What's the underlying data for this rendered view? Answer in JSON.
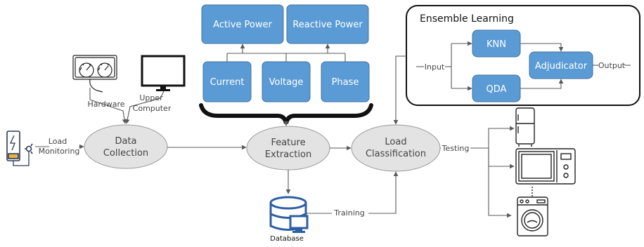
{
  "colors": {
    "box_fill": "#5b9bd5",
    "box_stroke": "#41719c",
    "ellipse_fill": "#e3e3e3",
    "ellipse_stroke": "#9a9a9a",
    "line": "#595959",
    "icon_blue": "#2e5fa3"
  },
  "power_features": {
    "active_power": "Active Power",
    "reactive_power": "Reactive Power",
    "current": "Current",
    "voltage": "Voltage",
    "phase": "Phase"
  },
  "ensemble": {
    "title": "Ensemble Learning",
    "knn": "KNN",
    "qda": "QDA",
    "adjudicator": "Adjudicator",
    "input_label": "Input",
    "output_label": "Output"
  },
  "pipeline": {
    "data_collection_line1": "Data",
    "data_collection_line2": "Collection",
    "feature_extraction_line1": "Feature",
    "feature_extraction_line2": "Extraction",
    "load_classification_line1": "Load",
    "load_classification_line2": "Classification"
  },
  "labels": {
    "hardware": "Hardware",
    "upper_computer_line1": "Upper",
    "upper_computer_line2": "Computer",
    "load_monitoring_line1": "Load",
    "load_monitoring_line2": "Monitoring",
    "training": "Training",
    "testing": "Testing",
    "database": "Database"
  },
  "icons": [
    "meter-icon",
    "monitor-icon",
    "power-plug-icon",
    "database-server-icon",
    "refrigerator-icon",
    "microwave-icon",
    "washing-machine-icon"
  ]
}
